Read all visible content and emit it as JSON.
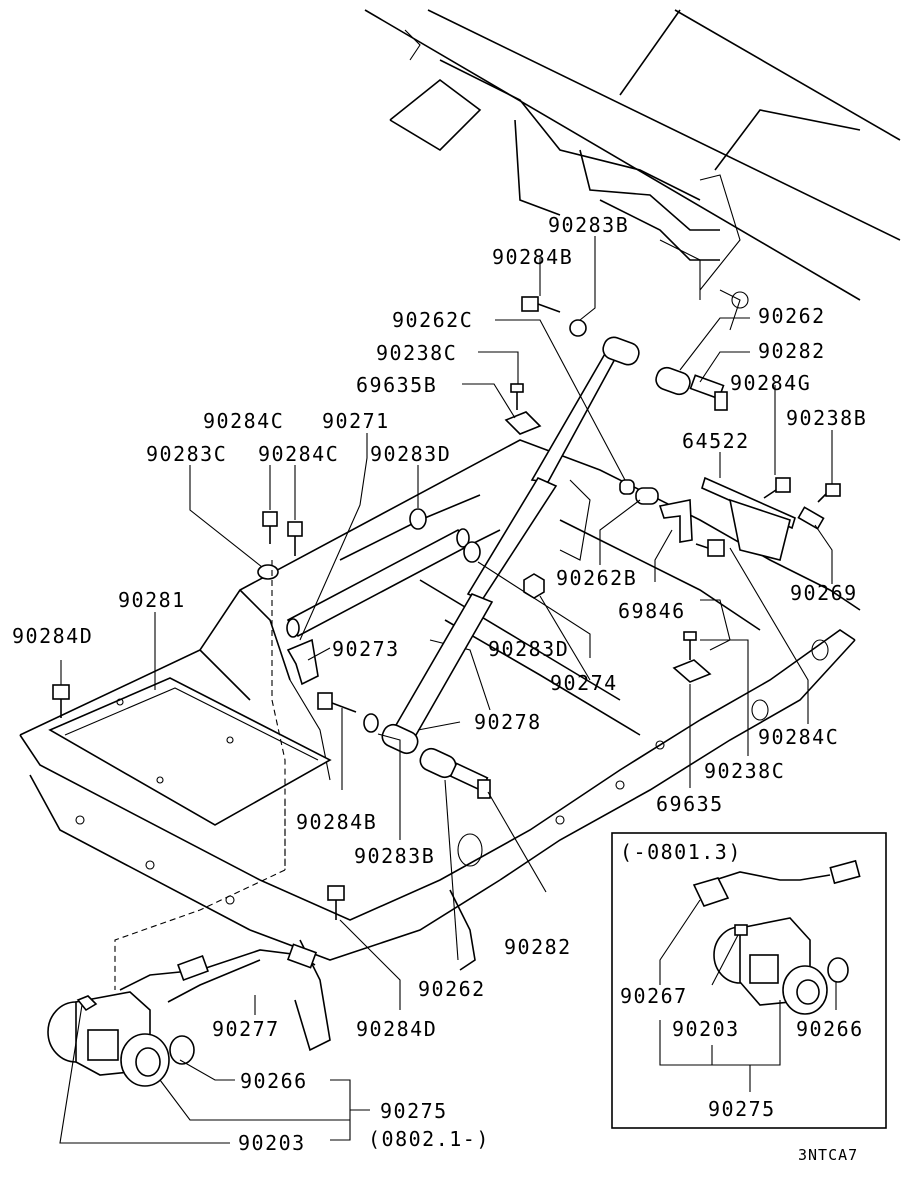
{
  "callouts": [
    {
      "id": "c-90283B-top",
      "text": "90283B"
    },
    {
      "id": "c-90284B-top",
      "text": "90284B"
    },
    {
      "id": "c-90262C",
      "text": "90262C"
    },
    {
      "id": "c-90262-top",
      "text": "90262"
    },
    {
      "id": "c-90238C-top",
      "text": "90238C"
    },
    {
      "id": "c-90282-top",
      "text": "90282"
    },
    {
      "id": "c-69635B",
      "text": "69635B"
    },
    {
      "id": "c-90284G",
      "text": "90284G"
    },
    {
      "id": "c-90284C-a",
      "text": "90284C"
    },
    {
      "id": "c-90271",
      "text": "90271"
    },
    {
      "id": "c-64522",
      "text": "64522"
    },
    {
      "id": "c-90238B",
      "text": "90238B"
    },
    {
      "id": "c-90283C",
      "text": "90283C"
    },
    {
      "id": "c-90284C-b",
      "text": "90284C"
    },
    {
      "id": "c-90283D-top",
      "text": "90283D"
    },
    {
      "id": "c-90262B",
      "text": "90262B"
    },
    {
      "id": "c-90269",
      "text": "90269"
    },
    {
      "id": "c-69846",
      "text": "69846"
    },
    {
      "id": "c-90281",
      "text": "90281"
    },
    {
      "id": "c-90284D-left",
      "text": "90284D"
    },
    {
      "id": "c-90273",
      "text": "90273"
    },
    {
      "id": "c-90283D-mid",
      "text": "90283D"
    },
    {
      "id": "c-90274",
      "text": "90274"
    },
    {
      "id": "c-90278",
      "text": "90278"
    },
    {
      "id": "c-90284C-right",
      "text": "90284C"
    },
    {
      "id": "c-90238C-right",
      "text": "90238C"
    },
    {
      "id": "c-69635",
      "text": "69635"
    },
    {
      "id": "c-90284B-mid",
      "text": "90284B"
    },
    {
      "id": "c-90283B-mid",
      "text": "90283B"
    },
    {
      "id": "c-90282-bottom",
      "text": "90282"
    },
    {
      "id": "c-90262-bottom",
      "text": "90262"
    },
    {
      "id": "c-90277",
      "text": "90277"
    },
    {
      "id": "c-90284D-bottom",
      "text": "90284D"
    },
    {
      "id": "c-90266-bottom",
      "text": "90266"
    },
    {
      "id": "c-90275-bottom",
      "text": "90275"
    },
    {
      "id": "c-0802",
      "text": "(0802.1-)"
    },
    {
      "id": "c-90203-bottom",
      "text": "90203"
    }
  ],
  "inset": {
    "date_range": "(-0801.3)",
    "callouts": [
      {
        "id": "i-90267",
        "text": "90267"
      },
      {
        "id": "i-90203",
        "text": "90203"
      },
      {
        "id": "i-90266",
        "text": "90266"
      },
      {
        "id": "i-90275",
        "text": "90275"
      }
    ]
  },
  "figure_code": "3NTCA7"
}
